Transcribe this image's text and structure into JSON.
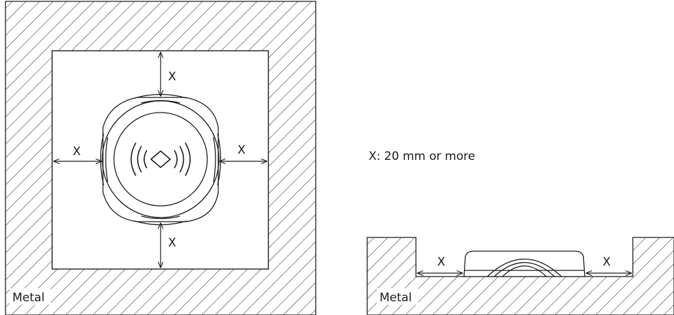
{
  "front_view": {
    "material_label": "Metal",
    "clearance_top": "X",
    "clearance_bottom": "X",
    "clearance_left": "X",
    "clearance_right": "X"
  },
  "side_view": {
    "material_label": "Metal",
    "clearance_left": "X",
    "clearance_right": "X"
  },
  "note": "X: 20 mm or more",
  "colors": {
    "line": "#1a1a1a",
    "background": "#ffffff"
  }
}
